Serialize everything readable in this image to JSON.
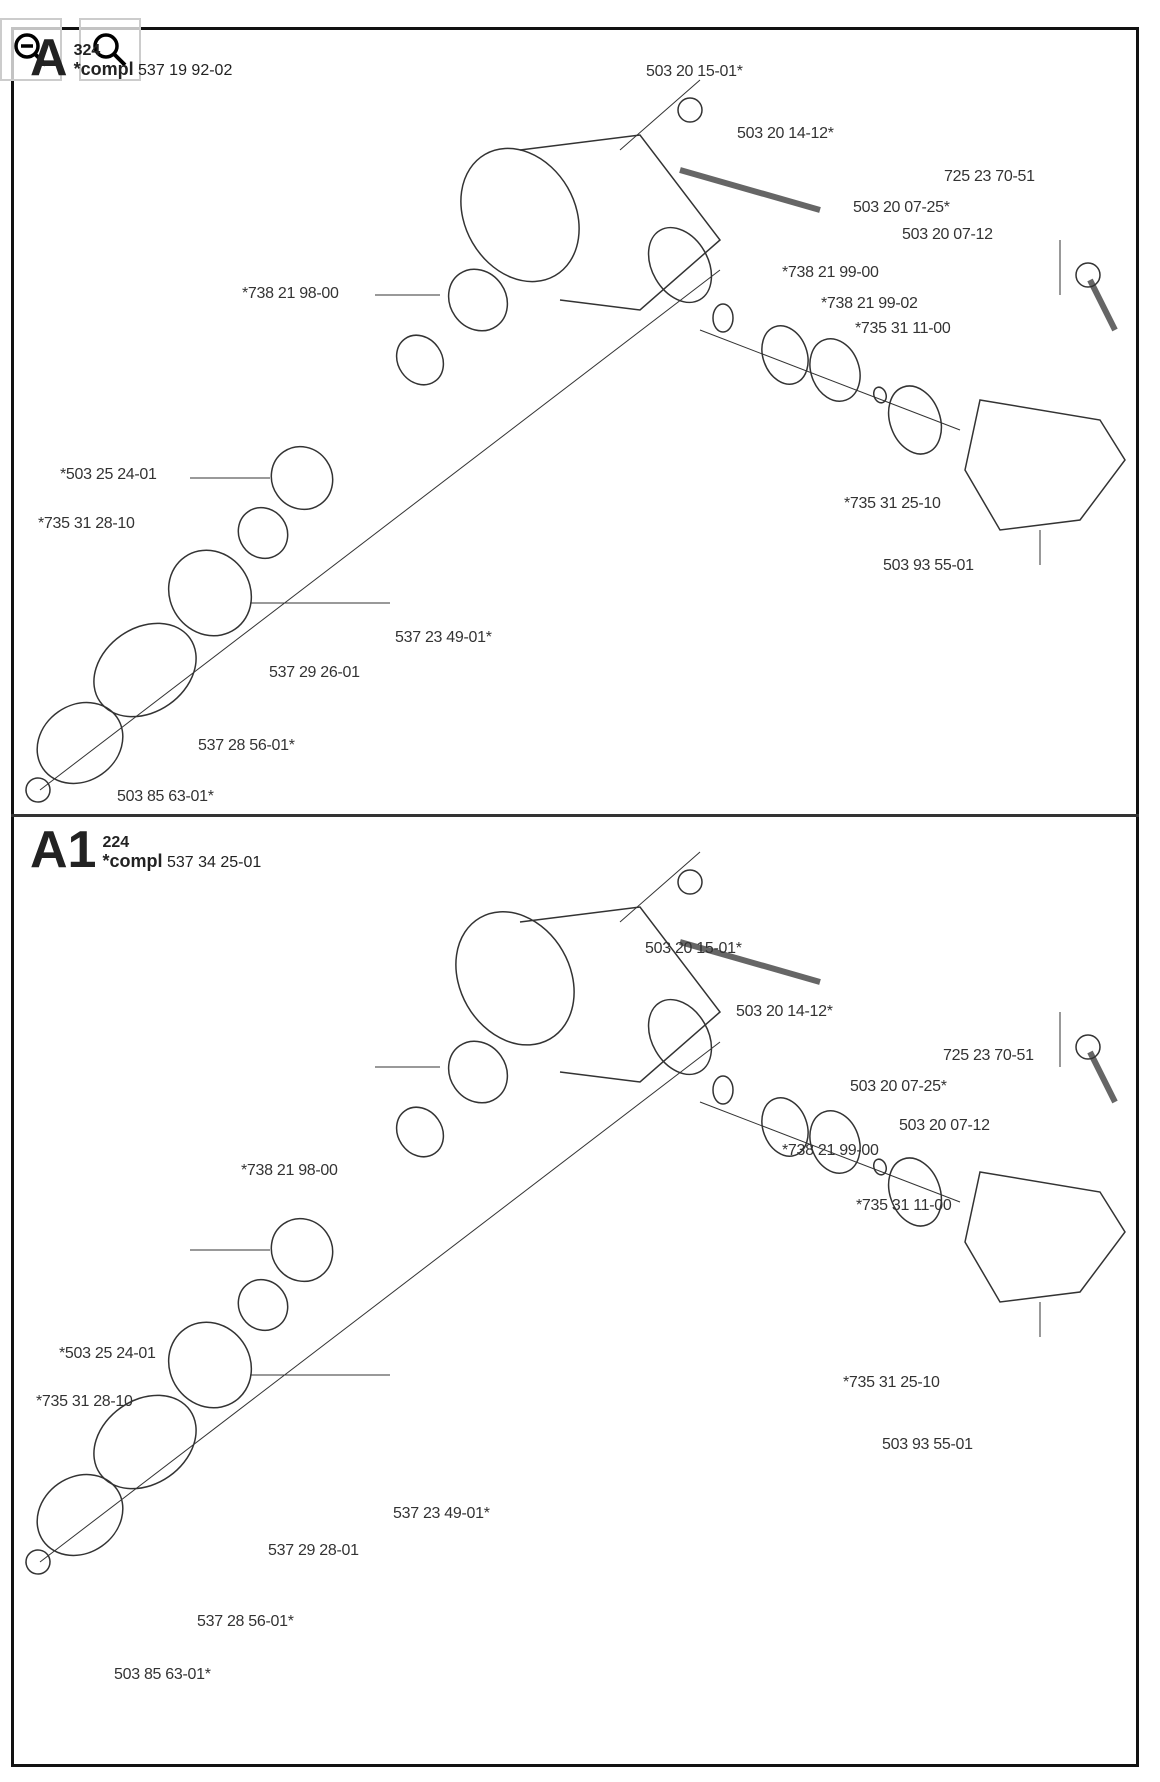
{
  "toolbar": {
    "zoom_out_icon": "zoom-out-icon",
    "zoom_in_icon": "zoom-in-icon"
  },
  "panels": [
    {
      "letter": "A",
      "model": "324",
      "compl_prefix": "*compl",
      "compl_number": "537 19 92-02",
      "labels": [
        "503 20 15-01*",
        "503 20 14-12*",
        "725 23 70-51",
        "503 20 07-25*",
        "503 20 07-12",
        "*738 21 98-00",
        "*738 21 99-00",
        "*738 21 99-02",
        "*735 31 11-00",
        "*503 25 24-01",
        "*735 31 28-10",
        "*735 31 25-10",
        "503 93 55-01",
        "537 23 49-01*",
        "537 29 26-01",
        "537 28 56-01*",
        "503 85 63-01*"
      ]
    },
    {
      "letter": "A1",
      "model": "224",
      "compl_prefix": "*compl",
      "compl_number": "537 34 25-01",
      "labels": [
        "503 20 15-01*",
        "503 20 14-12*",
        "725 23 70-51",
        "503 20 07-25*",
        "503 20 07-12",
        "*738 21 98-00",
        "*738 21 99-00",
        "*735 31 11-00",
        "*503 25 24-01",
        "*735 31 28-10",
        "*735 31 25-10",
        "503 93 55-01",
        "537 23 49-01*",
        "537 29 28-01",
        "537 28 56-01*",
        "503 85 63-01*"
      ]
    }
  ]
}
